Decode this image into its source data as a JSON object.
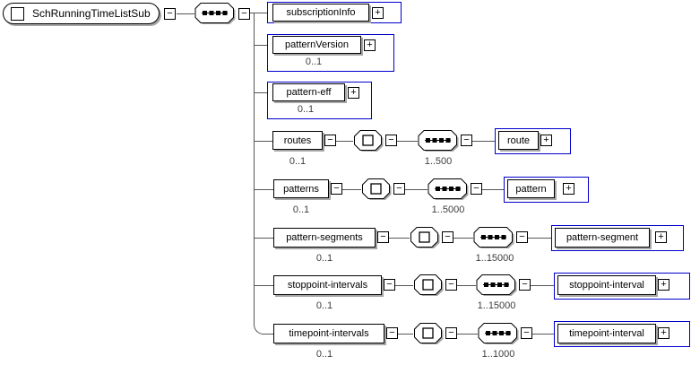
{
  "diagram": {
    "root": {
      "name": "SchRunningTimeListSub"
    },
    "compositor": "sequence",
    "rows": [
      {
        "name": "subscriptionInfo"
      },
      {
        "name": "patternVersion",
        "occurs": "0..1"
      },
      {
        "name": "pattern-eff",
        "occurs": "0..1"
      },
      {
        "name": "routes",
        "occurs": "0..1",
        "seq_occurs": "1..500",
        "child": {
          "name": "route"
        }
      },
      {
        "name": "patterns",
        "occurs": "0..1",
        "seq_occurs": "1..5000",
        "child": {
          "name": "pattern"
        }
      },
      {
        "name": "pattern-segments",
        "occurs": "0..1",
        "seq_occurs": "1..15000",
        "child": {
          "name": "pattern-segment"
        }
      },
      {
        "name": "stoppoint-intervals",
        "occurs": "0..1",
        "seq_occurs": "1..15000",
        "child": {
          "name": "stoppoint-interval"
        }
      },
      {
        "name": "timepoint-intervals",
        "occurs": "0..1",
        "seq_occurs": "1..1000",
        "child": {
          "name": "timepoint-interval"
        }
      }
    ]
  },
  "icons": {
    "expand": "+",
    "collapse": "−"
  },
  "colors": {
    "collapsed_outline": "#0000cc",
    "box_border": "#000000",
    "connector": "#565656",
    "shadow": "#a6a6a6"
  }
}
